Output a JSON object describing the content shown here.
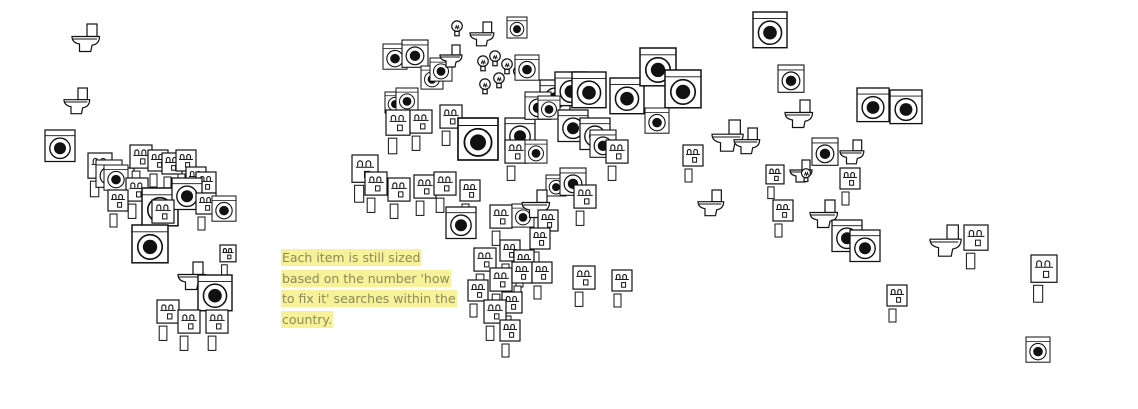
{
  "annotation": {
    "text": "Each item is still sized based on the number 'how to fix it' searches within the country.",
    "lines": [
      "Each item is still sized",
      "based on the number 'how",
      "to fix it' searches within the",
      "country."
    ],
    "highlight_color": "#f7f29a"
  },
  "icon_types": [
    "washing-machine-icon",
    "toilet-icon",
    "water-heater-icon",
    "light-bulb-icon"
  ],
  "colors": {
    "stroke": "#111111",
    "fill": "#ffffff"
  }
}
